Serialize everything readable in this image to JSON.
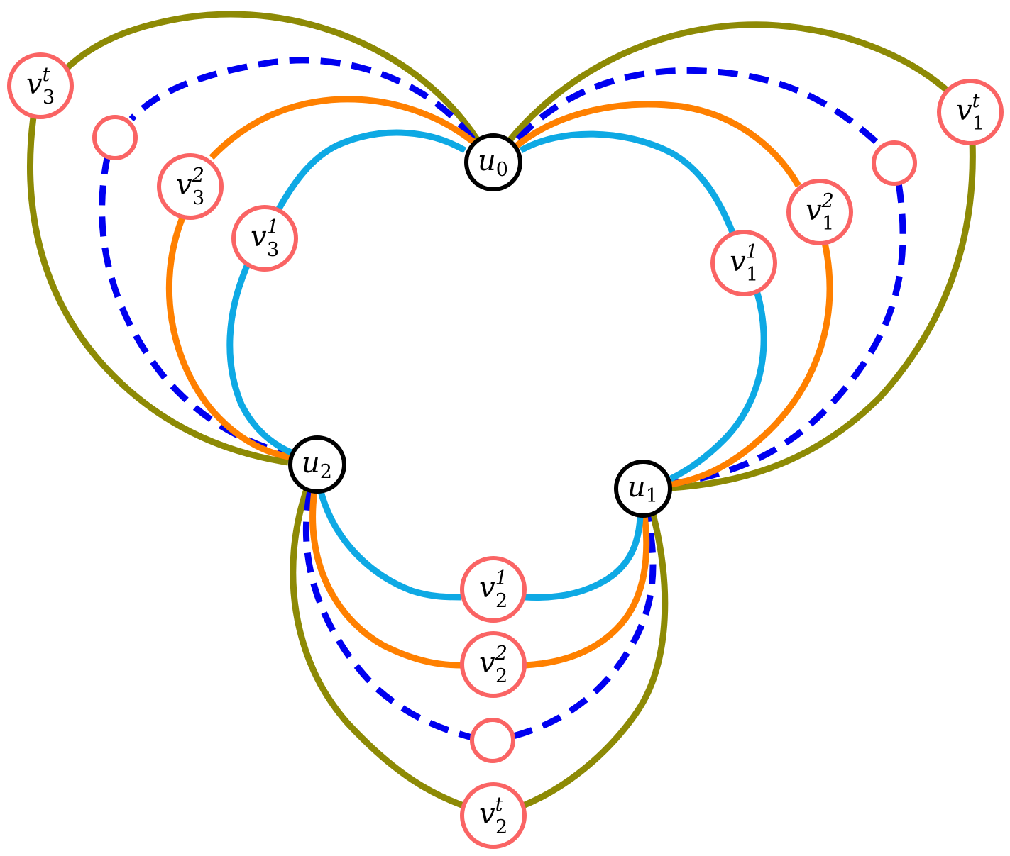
{
  "colors": {
    "cyan": "#0EA9E4",
    "orange": "#FF8000",
    "dashed": "#0000F0",
    "olive": "#8D8A05",
    "node_border": "#FA6464",
    "hub_border": "#000000"
  },
  "hubs": {
    "u0": {
      "base": "u",
      "sub": "0"
    },
    "u1": {
      "base": "u",
      "sub": "1"
    },
    "u2": {
      "base": "u",
      "sub": "2"
    }
  },
  "nodes": {
    "v11": {
      "base": "v",
      "sup": "1",
      "sub": "1"
    },
    "v12": {
      "base": "v",
      "sup": "2",
      "sub": "1"
    },
    "v1t": {
      "base": "v",
      "sup": "t",
      "sub": "1"
    },
    "v21": {
      "base": "v",
      "sup": "1",
      "sub": "2"
    },
    "v22": {
      "base": "v",
      "sup": "2",
      "sub": "2"
    },
    "v2t": {
      "base": "v",
      "sup": "t",
      "sub": "2"
    },
    "v31": {
      "base": "v",
      "sup": "1",
      "sub": "3"
    },
    "v32": {
      "base": "v",
      "sup": "2",
      "sub": "3"
    },
    "v3t": {
      "base": "v",
      "sup": "t",
      "sub": "3"
    }
  }
}
